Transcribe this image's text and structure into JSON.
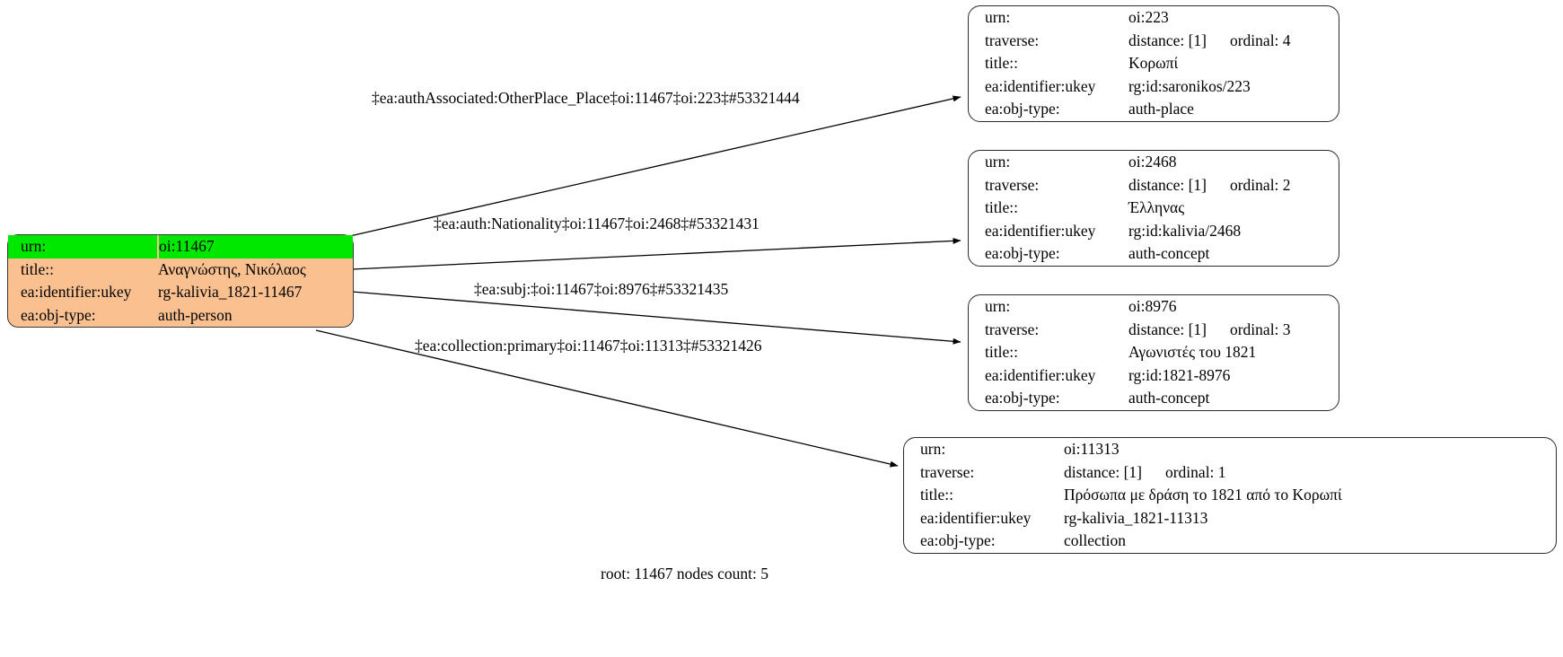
{
  "graph": {
    "caption": "root: 11467 nodes count: 5",
    "root_node": {
      "name": "root-node",
      "highlight_color": "#00e800",
      "fill_color": "#fac090",
      "rows": [
        {
          "key": "urn:",
          "value": "oi:11467",
          "highlighted": true
        },
        {
          "key": "title::",
          "value": "Αναγνώστης, Νικόλαος",
          "highlighted": false
        },
        {
          "key": "ea:identifier:ukey",
          "value": "rg-kalivia_1821-11467",
          "highlighted": false
        },
        {
          "key": "ea:obj-type:",
          "value": "auth-person",
          "highlighted": false
        }
      ]
    },
    "target_nodes": [
      {
        "id": "oi-223",
        "rows": [
          {
            "key": "urn:",
            "value": "oi:223"
          },
          {
            "key": "traverse:",
            "value": "distance: [1]",
            "value2": "ordinal: 4"
          },
          {
            "key": "title::",
            "value": "Κορωπί"
          },
          {
            "key": "ea:identifier:ukey",
            "value": "rg:id:saronikos/223"
          },
          {
            "key": "ea:obj-type:",
            "value": "auth-place"
          }
        ]
      },
      {
        "id": "oi-2468",
        "rows": [
          {
            "key": "urn:",
            "value": "oi:2468"
          },
          {
            "key": "traverse:",
            "value": "distance: [1]",
            "value2": "ordinal: 2"
          },
          {
            "key": "title::",
            "value": "Έλληνας"
          },
          {
            "key": "ea:identifier:ukey",
            "value": "rg:id:kalivia/2468"
          },
          {
            "key": "ea:obj-type:",
            "value": "auth-concept"
          }
        ]
      },
      {
        "id": "oi-8976",
        "rows": [
          {
            "key": "urn:",
            "value": "oi:8976"
          },
          {
            "key": "traverse:",
            "value": "distance: [1]",
            "value2": "ordinal: 3"
          },
          {
            "key": "title::",
            "value": "Αγωνιστές του 1821"
          },
          {
            "key": "ea:identifier:ukey",
            "value": "rg:id:1821-8976"
          },
          {
            "key": "ea:obj-type:",
            "value": "auth-concept"
          }
        ]
      },
      {
        "id": "oi-11313",
        "rows": [
          {
            "key": "urn:",
            "value": "oi:11313"
          },
          {
            "key": "traverse:",
            "value": "distance: [1]",
            "value2": "ordinal: 1"
          },
          {
            "key": "title::",
            "value": "Πρόσωπα με δράση το 1821 από το Κορωπί"
          },
          {
            "key": "ea:identifier:ukey",
            "value": "rg-kalivia_1821-11313"
          },
          {
            "key": "ea:obj-type:",
            "value": "collection"
          }
        ]
      }
    ],
    "edges": [
      {
        "id": "edge-1",
        "label": "‡ea:authAssociated:OtherPlace_Place‡oi:11467‡oi:223‡#53321444"
      },
      {
        "id": "edge-2",
        "label": "‡ea:auth:Nationality‡oi:11467‡oi:2468‡#53321431"
      },
      {
        "id": "edge-3",
        "label": "‡ea:subj:‡oi:11467‡oi:8976‡#53321435"
      },
      {
        "id": "edge-4",
        "label": "‡ea:collection:primary‡oi:11467‡oi:11313‡#53321426"
      }
    ]
  }
}
